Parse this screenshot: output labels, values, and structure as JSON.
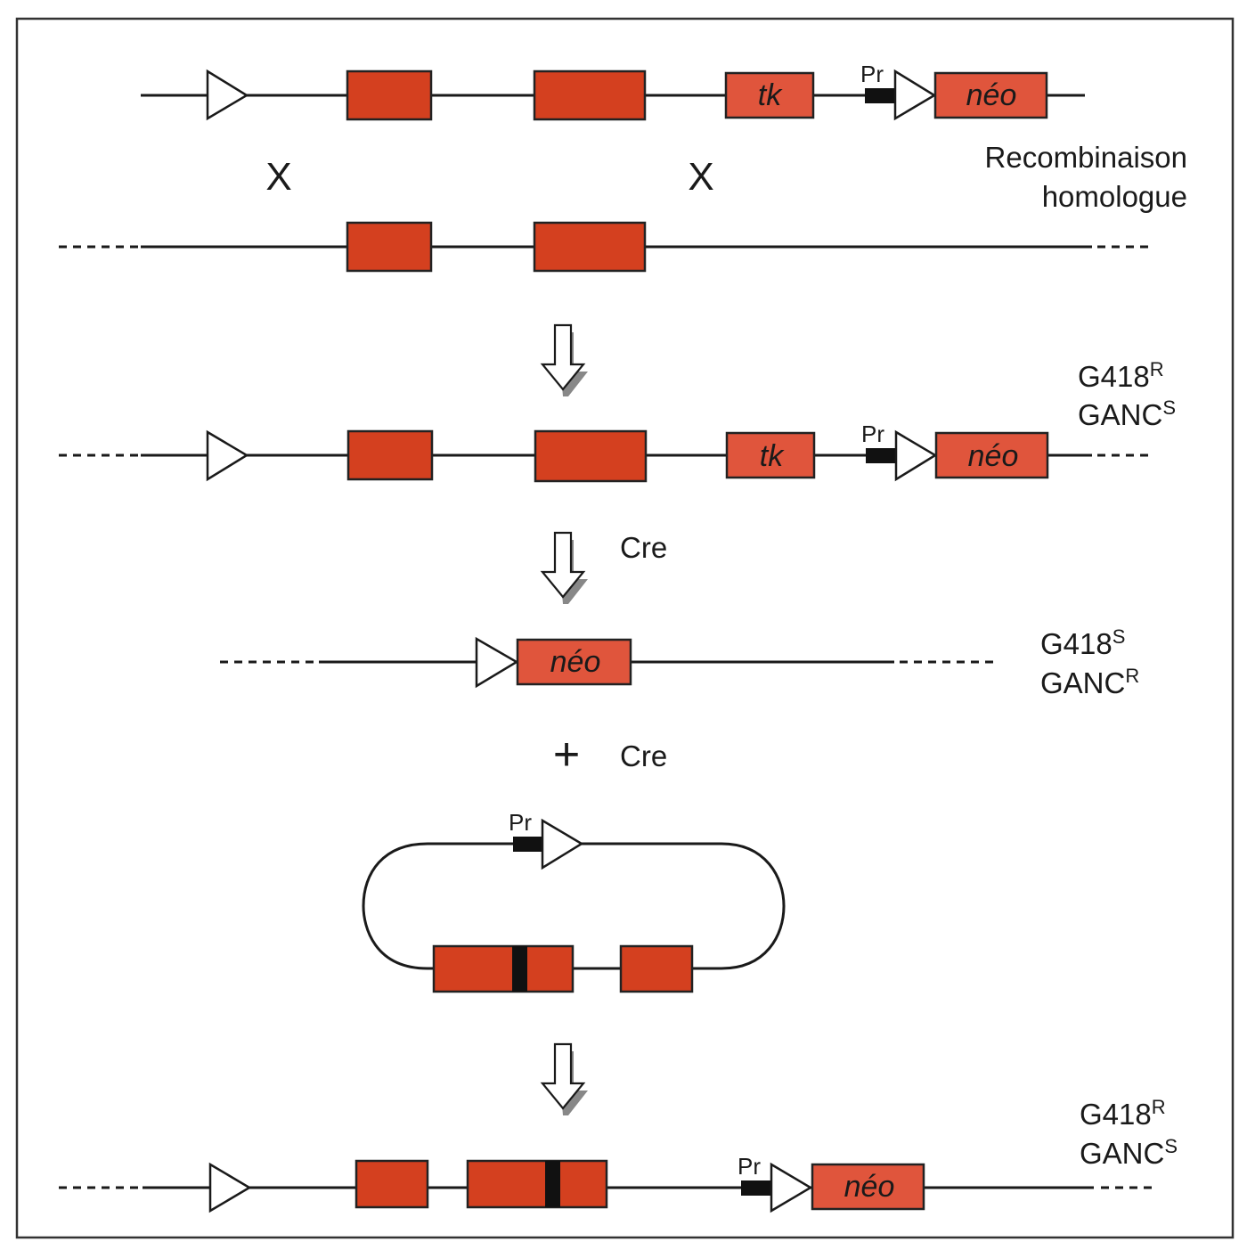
{
  "figure": {
    "border_color": "#333333",
    "colors": {
      "exon": "#d4401f",
      "marker_gene": "#e0553c",
      "promoter": "#111111",
      "loxP": "#ffffff"
    },
    "rows": {
      "targeting_vector": {
        "genes": [
          "tk",
          "néo"
        ],
        "promoter_label": "Pr"
      },
      "recombination": {
        "cross_symbol": "X",
        "label_line1": "Recombinaison",
        "label_line2": "homologue"
      },
      "targeted_allele": {
        "genes": [
          "tk",
          "néo"
        ],
        "promoter_label": "Pr",
        "phenotype": {
          "g418": "G418",
          "g418_sup": "R",
          "ganc": "GANC",
          "ganc_sup": "S"
        }
      },
      "cre_step1": {
        "label": "Cre"
      },
      "excised_allele": {
        "gene": "néo",
        "phenotype": {
          "g418": "G418",
          "g418_sup": "S",
          "ganc": "GANC",
          "ganc_sup": "R"
        }
      },
      "cre_step2": {
        "plus": "+",
        "label": "Cre"
      },
      "circular_plasmid": {
        "promoter_label": "Pr"
      },
      "final_allele": {
        "gene": "néo",
        "promoter_label": "Pr",
        "phenotype": {
          "g418": "G418",
          "g418_sup": "R",
          "ganc": "GANC",
          "ganc_sup": "S"
        }
      }
    }
  }
}
